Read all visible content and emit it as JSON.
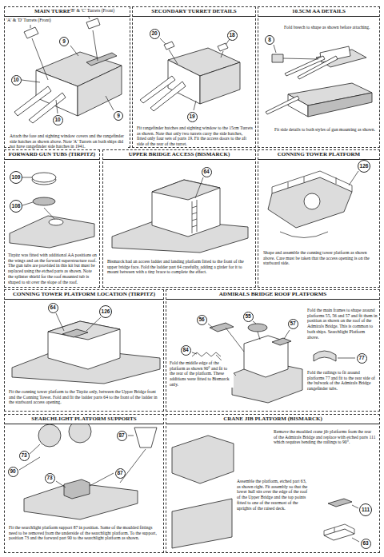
{
  "diagram": {
    "nodes": [
      {
        "text": [
          "MAIN TURRET DETAILS",
          "Attach the fore and sighting window covers and the rangefinder side hatches as shown above. Note 'A' Turrets on both ships did not have rangefinder side hatches in 1941."
        ]
      },
      {
        "text": [
          "9"
        ],
        "in": 0
      },
      {
        "text": [
          "10"
        ],
        "in": 0
      },
      {
        "text": [
          "10"
        ],
        "in": 0
      },
      {
        "text": [
          "9"
        ],
        "in": 0
      },
      {
        "text": [
          "SECONDARY TURRET DETAILS",
          "Fit rangefinder hatches and sighting window to the 15cm Turrets as shown. Note that only two turrets carry the side hatches, fitted only four sets of parts 19. Fit the access doors to the aft side of the rear of the turret."
        ]
      },
      {
        "text": [
          "20"
        ],
        "in": 5
      },
      {
        "text": [
          "18"
        ],
        "in": 5
      },
      {
        "text": [
          "19"
        ],
        "in": 5
      },
      {
        "text": [
          "10.5CM AA DETAILS",
          "Fold breech to shape as shown before attaching.",
          "Fit side details to both styles of gun mounting as shown."
        ]
      },
      {
        "text": [
          "8"
        ],
        "in": 9
      },
      {
        "text": [
          "FORWARD GUN TUBS (TIRPITZ)",
          "Tirpitz was fitted with additional AA positions on the wings and on the forward superstructure roof. The gun tubs are provided in this kit but must be replaced using the etched parts as shown. Note the splinter shield for the roof mounted tub is shaped to sit over the slope of the roof."
        ]
      },
      {
        "text": [
          "109"
        ],
        "in": 11
      },
      {
        "text": [
          "108"
        ],
        "in": 11
      },
      {
        "text": [
          "UPPER BRIDGE ACCESS (BISMARCK)",
          "Bismarck had an access ladder and landing platform fitted to the front of the upper bridge face. Fold the ladder part 64 carefully, adding a girder for it to mount between with a tiny brace to complete the effect."
        ]
      },
      {
        "text": [
          "64"
        ],
        "in": 14
      },
      {
        "text": [
          "CONNING TOWER PLATFORM",
          "Shape and assemble the conning tower platform as shown above. Care must be taken that the access opening is on the starboard side."
        ]
      },
      {
        "text": [
          "126"
        ],
        "in": 16
      },
      {
        "text": [
          "CONNING TOWER PLATFORM LOCATION (TIRPITZ)",
          "Fit the conning tower platform to the Tirpitz only, between the Upper Bridge front and the Conning Tower. Fold and fit the ladder parts 64 to the front of the ladder in the starboard access opening."
        ]
      },
      {
        "text": [
          "64"
        ],
        "in": 18
      },
      {
        "text": [
          "126"
        ],
        "in": 18
      },
      {
        "text": [
          "ADMIRALS BRIDGE ROOF PLATFORMS",
          "Fold the main frames to shape around platforms 55, 56 and 57 and fit them in position as shown on the roof of the Admirals Bridge. This is common to both ships. Searchlight Platform above.",
          "Fold the middle edge of the platform as shown 90° and fit to the rear of the platform. These additions were fitted to Bismarck only.",
          "Fold the railings to fit around platforms 77 and fit to the rear side of the bulwark of the Admirals Bridge rangefinder tubs."
        ]
      },
      {
        "text": [
          "56"
        ],
        "in": 21
      },
      {
        "text": [
          "55"
        ],
        "in": 21
      },
      {
        "text": [
          "57"
        ],
        "in": 21
      },
      {
        "text": [
          "84"
        ],
        "in": 21
      },
      {
        "text": [
          "77"
        ],
        "in": 21
      },
      {
        "text": [
          "SEARCHLIGHT PLATFORM SUPPORTS",
          "Fit the searchlight platform support 87 in position. Some of the moulded fittings need to be removed from the underside of the searchlight platform. To the support, position 73 and the forward part 90 to the searchlight platform as shown."
        ]
      },
      {
        "text": [
          "87"
        ],
        "in": 27
      },
      {
        "text": [
          "73"
        ],
        "in": 27
      },
      {
        "text": [
          "90"
        ],
        "in": 27
      },
      {
        "text": [
          "87"
        ],
        "in": 27
      },
      {
        "text": [
          "73"
        ],
        "in": 27
      },
      {
        "text": [
          "CRANE JIB PLATFORM (BISMARCK)",
          "Remove the moulded crane jib platforms from the rear of the Admirals Bridge and replace with etched parts 111 which requires bending the railings to 90°.",
          "Assemble the platform, etched part 63, as shown right. Fit assembly so that the lower hull sits over the edge of the roof of the Upper Bridge and the top points fitted to one of the rearmost of the uprights of the raised deck."
        ]
      },
      {
        "text": [
          "111"
        ],
        "in": 33
      },
      {
        "text": [
          "63"
        ],
        "in": 33
      }
    ],
    "labels": [
      "'A' & 'D' Turrets (Front)",
      "'B' & 'C' Turrets (Front)"
    ]
  }
}
